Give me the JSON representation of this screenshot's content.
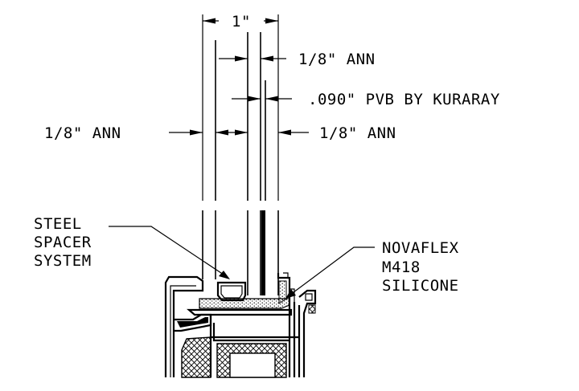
{
  "dimensions": {
    "overall": "1\"",
    "outer_lite": "1/8\" ANN",
    "interlayer": ".090\" PVB BY KURARAY",
    "left_lite": "1/8\" ANN",
    "right_lite": "1/8\" ANN"
  },
  "callouts": {
    "spacer": [
      "STEEL",
      "SPACER",
      "SYSTEM"
    ],
    "sealant": [
      "NOVAFLEX",
      "M418",
      "SILICONE"
    ]
  },
  "colors": {
    "ink": "#000000",
    "background": "#ffffff"
  }
}
